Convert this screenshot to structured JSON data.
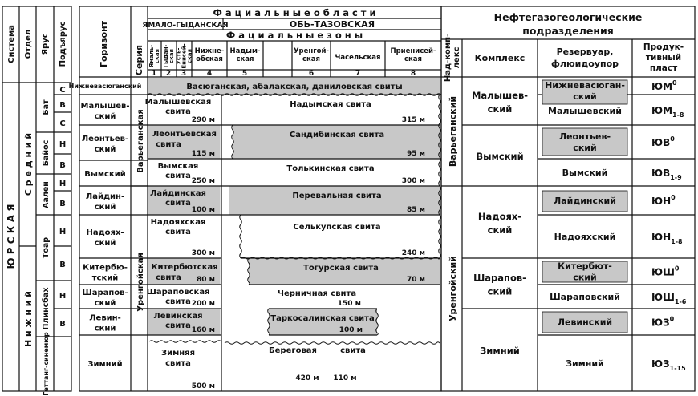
{
  "left_table": {
    "headers": {
      "sistema": "Система",
      "otdel": "Отдел",
      "yarus": "Ярус",
      "podyarus": "Подъярус"
    },
    "sistema_value": "Ю Р С К А Я",
    "otdel_values": [
      "С р е д н и й",
      "Н и ж н и й"
    ],
    "yarus_values": [
      "Бат",
      "Байос",
      "Аален",
      "Тоар",
      "Плинсбах",
      "Геттанг-синемюр"
    ],
    "podyarus_values": [
      "С",
      "В",
      "С",
      "Н",
      "В",
      "Н",
      "В",
      "Н",
      "В",
      "Н",
      "В"
    ]
  },
  "main_header": {
    "gorizont": "Горизонт",
    "seriya": "Серия",
    "facial_regions": "Ф а ц и а л ь н ы е   о б л а с т и",
    "region_yamal": "ЯМАЛО-ГЫДАНСКАЯ",
    "region_ob": "ОБЬ-ТАЗОВСКАЯ",
    "facial_zones": "Ф а ц и а л ь н ы е   з о н ы",
    "zones": [
      "Ямаль-ская",
      "Гыдан-ская",
      "Усть-Енисей-ская",
      "Нижне-обская",
      "Надым-ская",
      "Уренгой-ская",
      "Часельская",
      "Приенисей-ская"
    ],
    "zone_numbers": [
      "1",
      "2",
      "3",
      "4",
      "5",
      "6",
      "7",
      "8"
    ]
  },
  "horizons": [
    "Нижневасюганский",
    "Малышев-ский",
    "Леонтьев-ский",
    "Вымский",
    "Лайдин-ский",
    "Надоях-ский",
    "Китербю-тский",
    "Шарапов-ский",
    "Левин-ский",
    "Зимний"
  ],
  "series": [
    "Варьеганская",
    "Уренгойская"
  ],
  "formations": {
    "vasyugan": "Васюганская, абалакская, даниловская свиты",
    "left": [
      {
        "name": "Малышевская свита",
        "thickness": "290 м"
      },
      {
        "name": "Леонтьевская свита",
        "thickness": "115 м"
      },
      {
        "name": "Вымская свита",
        "thickness": "250 м"
      },
      {
        "name": "Лайдинская свита",
        "thickness": "100 м"
      },
      {
        "name": "Надояхская свита",
        "thickness": "300 м"
      },
      {
        "name": "Китербютская свита",
        "thickness": "80 м"
      },
      {
        "name": "Шараповская свита",
        "thickness": "200 м"
      },
      {
        "name": "Левинская свита",
        "thickness": "160 м"
      },
      {
        "name": "Зимняя свита",
        "thickness": "500 м"
      }
    ],
    "right": [
      {
        "name": "Надымская свита",
        "thickness": "315 м"
      },
      {
        "name": "Сандибинская свита",
        "thickness": "95 м"
      },
      {
        "name": "Толькинская свита",
        "thickness": "300 м"
      },
      {
        "name": "Перевальная свита",
        "thickness": "85 м"
      },
      {
        "name": "Селькупская свита",
        "thickness": "240 м"
      },
      {
        "name": "Тогурская свита",
        "thickness": "70 м"
      },
      {
        "name": "Черничная свита",
        "thickness": "150 м"
      },
      {
        "name": "Таркосалинская свита",
        "thickness": "100 м"
      }
    ],
    "beregovaya": "Береговая",
    "beregovaya_svita": "свита",
    "beregovaya_thickness_1": "420 м",
    "beregovaya_thickness_2": "110 м"
  },
  "right_table": {
    "title": "Нефтегазогеологические подразделения",
    "nadkompleks_header": "Над-комп-лекс",
    "kompleks_header": "Комплекс",
    "reservoir_header": "Резервуар, флюидоупор",
    "plast_header": "Продук-тивный пласт",
    "nadkompleksy": [
      "Варьеганский",
      "Уренгойский"
    ],
    "kompleksy": [
      "Малышев-ский",
      "Вымский",
      "Надоях-ский",
      "Шарапов-ский",
      "Зимний"
    ],
    "reservoirs": [
      "Нижневасюган-ский",
      "Малышевский",
      "Леонтьев-ский",
      "Вымский",
      "Лайдинский",
      "Надояхский",
      "Китербют-ский",
      "Шараповский",
      "Левинский",
      "Зимний"
    ],
    "plasts": [
      "ЮМ0",
      "ЮМ1-8",
      "ЮВ0",
      "ЮВ1-9",
      "ЮН0",
      "ЮН1-8",
      "ЮШ0",
      "ЮШ1-6",
      "ЮЗ0",
      "ЮЗ1-15"
    ]
  },
  "colors": {
    "shade": "#c8c8c8",
    "line": "#111111"
  }
}
